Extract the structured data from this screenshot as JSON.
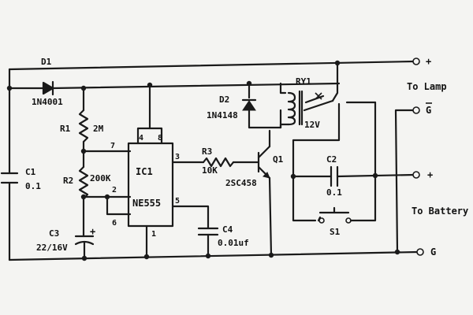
{
  "labels": {
    "d1": "D1",
    "d1_part": "1N4001",
    "r1": "R1",
    "r1_val": "2M",
    "r2": "R2",
    "r2_val": "200K",
    "c1": "C1",
    "c1_val": "0.1",
    "c3": "C3",
    "c3_val": "22/16V",
    "c3_pol": "+",
    "ic": "IC1",
    "ic_part": "NE555",
    "pin4": "4",
    "pin8": "8",
    "pin7": "7",
    "pin2": "2",
    "pin6": "6",
    "pin3": "3",
    "pin5": "5",
    "pin1": "1",
    "r3": "R3",
    "r3_val": "10K",
    "c4": "C4",
    "c4_val": "0.01uf",
    "d2": "D2",
    "d2_part": "1N4148",
    "q1": "Q1",
    "q1_part": "2SC458",
    "ry1": "RY1",
    "ry1_val": "12V",
    "c2": "C2",
    "c2_val": "0.1",
    "s1": "S1",
    "to_lamp": "To Lamp",
    "to_battery": "To Battery",
    "lamp_pos": "+",
    "lamp_neg": "G",
    "batt_pos": "+",
    "batt_neg": "G"
  },
  "colors": {
    "ink": "#1a1a1a",
    "paper": "#f4f4f2"
  }
}
